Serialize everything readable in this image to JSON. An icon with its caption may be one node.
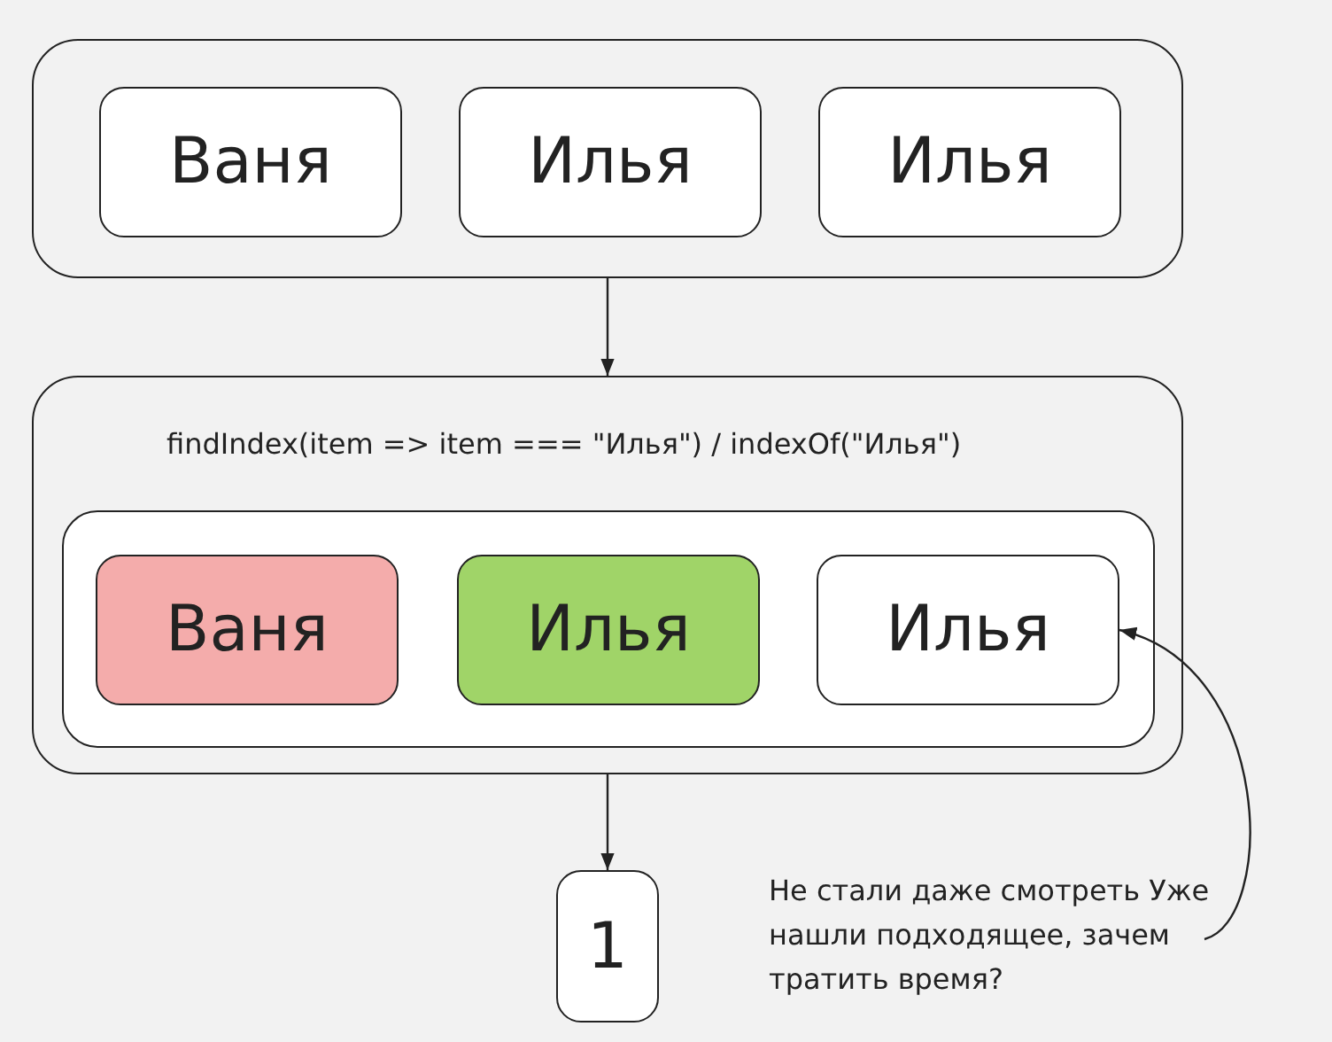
{
  "diagram": {
    "nodes": [
      {
        "text": [],
        "shape": "box"
      },
      {
        "text": [
          "Ваня"
        ],
        "in": 0
      },
      {
        "text": [
          "Илья"
        ],
        "in": 0
      },
      {
        "text": [
          "Илья"
        ],
        "in": 0
      },
      {
        "text": [
          "findIndex(item => item === \"Илья\") / indexOf(\"Илья\")"
        ]
      },
      {
        "text": [],
        "shape": "box",
        "in": 4
      },
      {
        "text": [
          "Ваня"
        ],
        "in": 5
      },
      {
        "text": [
          "Илья"
        ],
        "in": 5
      },
      {
        "text": [
          "Илья"
        ],
        "in": 5
      },
      {
        "text": [
          "1"
        ]
      },
      {
        "text": [
          "Не стали даже смотреть Уже нашли подходящее, зачем тратить время?"
        ]
      }
    ],
    "edges": [
      {
        "from": 0,
        "to": 4,
        "arrow": "to"
      },
      {
        "from": 4,
        "to": 9,
        "arrow": "to"
      },
      {
        "from": 10,
        "to": 8,
        "arrow": "to"
      }
    ]
  }
}
